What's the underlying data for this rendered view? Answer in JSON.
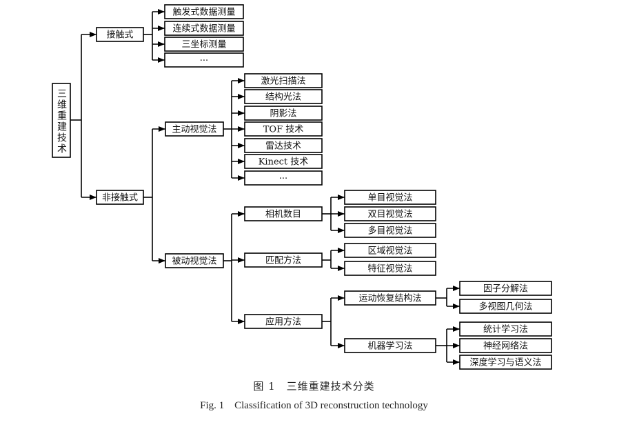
{
  "diagram": {
    "root": "三维重建技术",
    "nodes": {
      "contact": "接触式",
      "contact_trigger": "触发式数据测量",
      "contact_continuous": "连续式数据测量",
      "contact_cmm": "三坐标测量",
      "contact_more": "···",
      "noncontact": "非接触式",
      "active": "主动视觉法",
      "active_laser": "激光扫描法",
      "active_structured": "结构光法",
      "active_shadow": "阴影法",
      "active_tof": "TOF 技术",
      "active_radar": "雷达技术",
      "active_kinect": "Kinect 技术",
      "active_more": "···",
      "passive": "被动视觉法",
      "camera_count": "相机数目",
      "mono": "单目视觉法",
      "stereo": "双目视觉法",
      "multi": "多目视觉法",
      "matching": "匹配方法",
      "region": "区域视觉法",
      "feature": "特征视觉法",
      "application": "应用方法",
      "sfm": "运动恢复结构法",
      "factor": "因子分解法",
      "multiview": "多视图几何法",
      "ml": "机器学习法",
      "statistical": "统计学习法",
      "neural": "神经网络法",
      "deep_semantic": "深度学习与语义法"
    }
  },
  "caption": {
    "zh": "图 1　三维重建技术分类",
    "en": "Fig. 1　Classification of 3D reconstruction technology"
  }
}
